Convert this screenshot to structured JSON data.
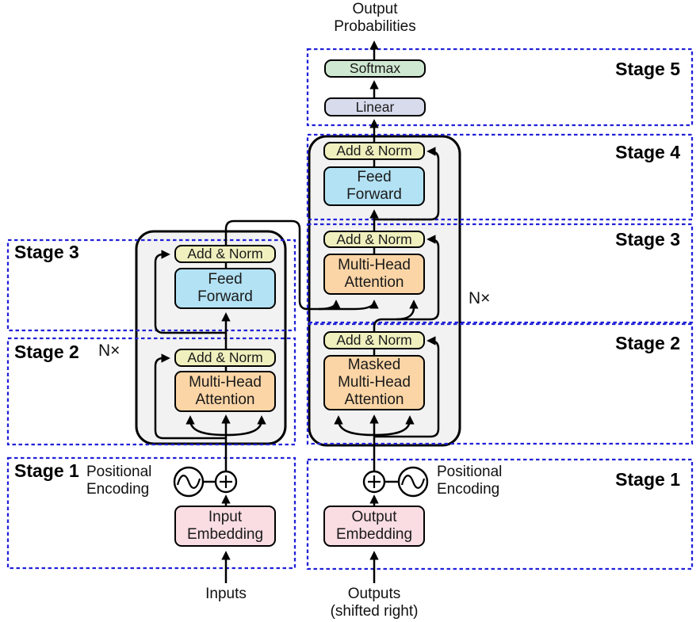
{
  "labels": {
    "output_probabilities": "Output\nProbabilities",
    "inputs": "Inputs",
    "outputs": "Outputs\n(shifted right)",
    "nx": "N×",
    "positional_encoding": "Positional\nEncoding"
  },
  "blocks": {
    "softmax": "Softmax",
    "linear": "Linear",
    "add_norm": "Add & Norm",
    "feed_forward": "Feed\nForward",
    "multi_head_attention": "Multi-Head\nAttention",
    "masked_multi_head_attention": "Masked\nMulti-Head\nAttention",
    "input_embedding": "Input\nEmbedding",
    "output_embedding": "Output\nEmbedding"
  },
  "stages": {
    "left": [
      "Stage 3",
      "Stage 2",
      "Stage 1"
    ],
    "right": [
      "Stage 5",
      "Stage 4",
      "Stage 3",
      "Stage 2",
      "Stage 1"
    ]
  },
  "colors": {
    "stage_outline": "#2121d9",
    "block_fill": "#f2f2f2",
    "softmax_fill": "#cfe8d1",
    "linear_fill": "#d7dbec",
    "add_norm_fill": "#f0f0bf",
    "feed_forward_fill": "#b3e2f4",
    "attention_fill": "#fbd5a6",
    "embedding_fill": "#fadde3",
    "line": "#000000"
  }
}
